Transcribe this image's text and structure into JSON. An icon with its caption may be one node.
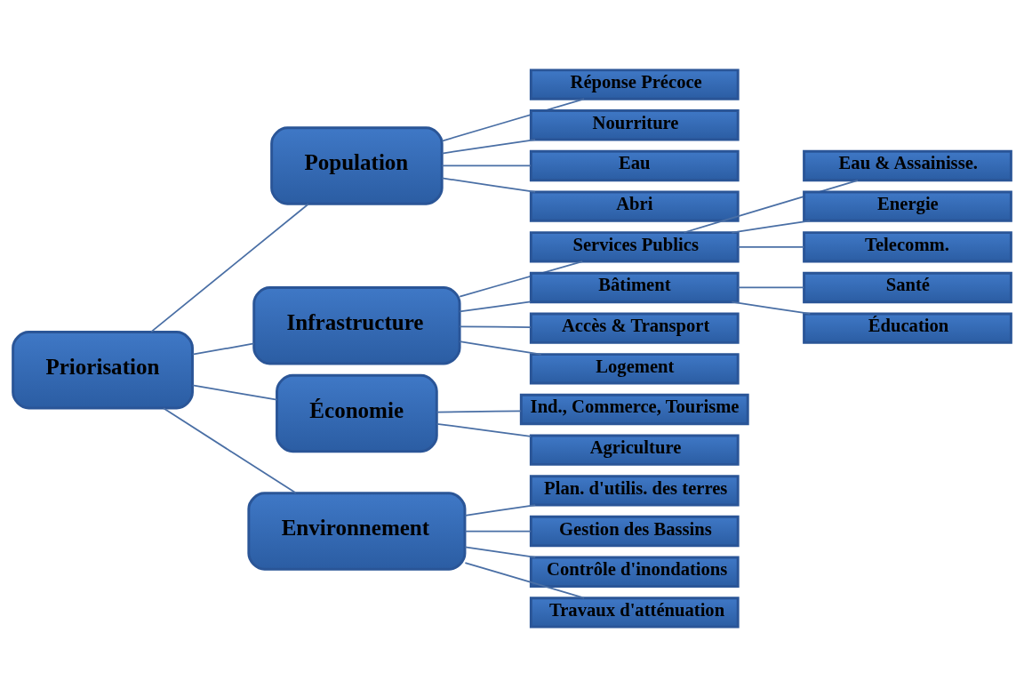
{
  "diagram": {
    "nodes": [
      {
        "text": [
          "Priorisation"
        ]
      },
      {
        "text": [
          "Population"
        ]
      },
      {
        "text": [
          "Infrastructure"
        ]
      },
      {
        "text": [
          "Économie"
        ]
      },
      {
        "text": [
          "Environnement"
        ]
      },
      {
        "text": [
          "Réponse Précoce"
        ]
      },
      {
        "text": [
          "Nourriture"
        ]
      },
      {
        "text": [
          "Eau"
        ]
      },
      {
        "text": [
          "Abri"
        ]
      },
      {
        "text": [
          "Services Publics"
        ]
      },
      {
        "text": [
          "Bâtiment"
        ]
      },
      {
        "text": [
          "Accès & Transport"
        ]
      },
      {
        "text": [
          "Logement"
        ]
      },
      {
        "text": [
          "Eau & Assainisse."
        ]
      },
      {
        "text": [
          "Energie"
        ]
      },
      {
        "text": [
          "Telecomm."
        ]
      },
      {
        "text": [
          "Santé"
        ]
      },
      {
        "text": [
          "Éducation"
        ]
      },
      {
        "text": [
          "Ind., Commerce, Tourisme"
        ]
      },
      {
        "text": [
          "Agriculture"
        ]
      },
      {
        "text": [
          "Plan. d'utilis. des terres"
        ]
      },
      {
        "text": [
          "Gestion des Bassins"
        ]
      },
      {
        "text": [
          "Contrôle d'inondations"
        ]
      },
      {
        "text": [
          "Travaux d'atténuation"
        ]
      }
    ],
    "edges": [
      {
        "from": 0,
        "to": 1,
        "arrow": "none"
      },
      {
        "from": 0,
        "to": 2,
        "arrow": "none"
      },
      {
        "from": 0,
        "to": 3,
        "arrow": "none"
      },
      {
        "from": 0,
        "to": 4,
        "arrow": "none"
      },
      {
        "from": 1,
        "to": 5,
        "arrow": "none"
      },
      {
        "from": 1,
        "to": 6,
        "arrow": "none"
      },
      {
        "from": 1,
        "to": 7,
        "arrow": "none"
      },
      {
        "from": 1,
        "to": 8,
        "arrow": "none"
      },
      {
        "from": 2,
        "to": 9,
        "arrow": "none"
      },
      {
        "from": 2,
        "to": 10,
        "arrow": "none"
      },
      {
        "from": 2,
        "to": 11,
        "arrow": "none"
      },
      {
        "from": 2,
        "to": 12,
        "arrow": "none"
      },
      {
        "from": 9,
        "to": 13,
        "arrow": "none"
      },
      {
        "from": 9,
        "to": 14,
        "arrow": "none"
      },
      {
        "from": 9,
        "to": 15,
        "arrow": "none"
      },
      {
        "from": 10,
        "to": 16,
        "arrow": "none"
      },
      {
        "from": 10,
        "to": 17,
        "arrow": "none"
      },
      {
        "from": 3,
        "to": 18,
        "arrow": "none"
      },
      {
        "from": 3,
        "to": 19,
        "arrow": "none"
      },
      {
        "from": 4,
        "to": 20,
        "arrow": "none"
      },
      {
        "from": 4,
        "to": 21,
        "arrow": "none"
      },
      {
        "from": 4,
        "to": 22,
        "arrow": "none"
      },
      {
        "from": 4,
        "to": 23,
        "arrow": "none"
      }
    ]
  }
}
